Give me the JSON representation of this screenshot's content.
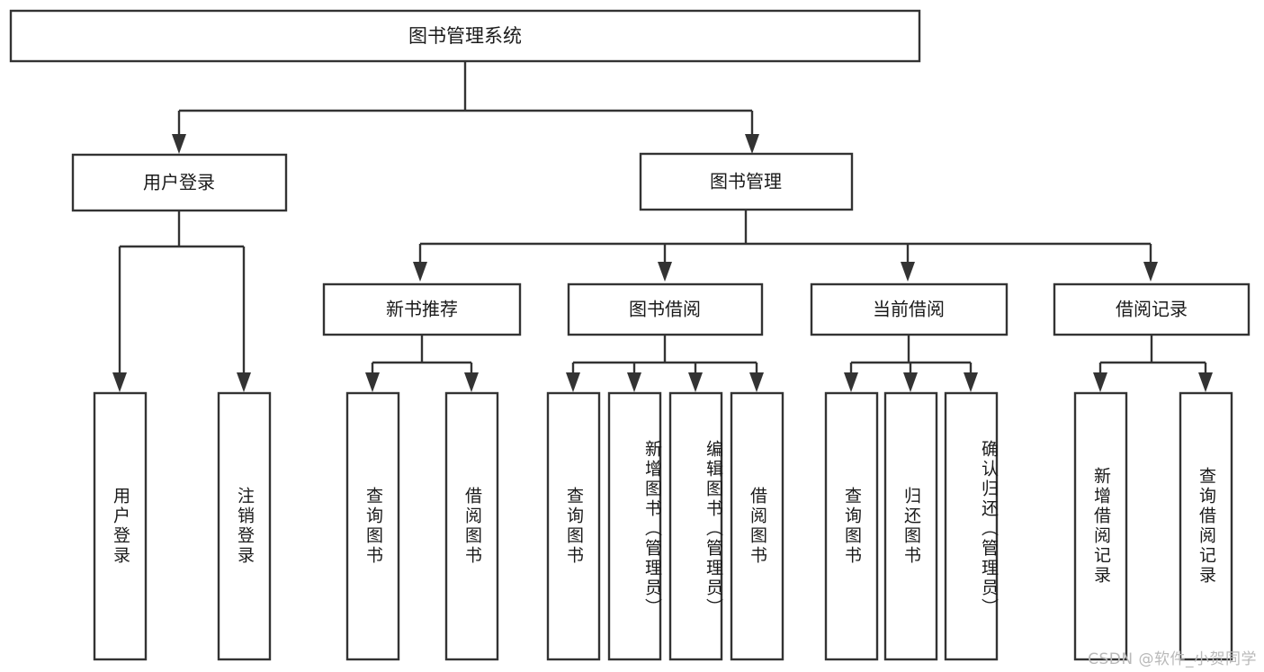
{
  "diagram": {
    "title": "图书管理系统",
    "type": "tree-hierarchy",
    "root": {
      "id": "root",
      "label": "图书管理系统"
    },
    "level1": [
      {
        "id": "user-login",
        "label": "用户登录"
      },
      {
        "id": "book-manage",
        "label": "图书管理"
      }
    ],
    "level2": [
      {
        "id": "new-book-rec",
        "label": "新书推荐",
        "parent": "book-manage"
      },
      {
        "id": "book-borrow",
        "label": "图书借阅",
        "parent": "book-manage"
      },
      {
        "id": "current-borrow",
        "label": "当前借阅",
        "parent": "book-manage"
      },
      {
        "id": "borrow-record",
        "label": "借阅记录",
        "parent": "book-manage"
      }
    ],
    "leaves": [
      {
        "id": "leaf-user-login",
        "label": "用户登录",
        "parent": "user-login"
      },
      {
        "id": "leaf-logout",
        "label": "注销登录",
        "parent": "user-login"
      },
      {
        "id": "leaf-query-book-1",
        "label": "查询图书",
        "parent": "new-book-rec"
      },
      {
        "id": "leaf-borrow-book-1",
        "label": "借阅图书",
        "parent": "new-book-rec"
      },
      {
        "id": "leaf-query-book-2",
        "label": "查询图书",
        "parent": "book-borrow"
      },
      {
        "id": "leaf-add-book",
        "label": "新增图书（管理员）",
        "parent": "book-borrow"
      },
      {
        "id": "leaf-edit-book",
        "label": "编辑图书（管理员）",
        "parent": "book-borrow"
      },
      {
        "id": "leaf-borrow-book-2",
        "label": "借阅图书",
        "parent": "book-borrow"
      },
      {
        "id": "leaf-query-book-3",
        "label": "查询图书",
        "parent": "current-borrow"
      },
      {
        "id": "leaf-return-book",
        "label": "归还图书",
        "parent": "current-borrow"
      },
      {
        "id": "leaf-confirm-return",
        "label": "确认归还（管理员）",
        "parent": "current-borrow"
      },
      {
        "id": "leaf-add-record",
        "label": "新增借阅记录",
        "parent": "borrow-record"
      },
      {
        "id": "leaf-query-record",
        "label": "查询借阅记录",
        "parent": "borrow-record"
      }
    ],
    "colors": {
      "stroke": "#333333",
      "fill": "#ffffff",
      "text": "#1a1a1a",
      "watermark": "#b9b9b9"
    }
  },
  "watermark": {
    "text": "CSDN @软件_小贺同学"
  }
}
